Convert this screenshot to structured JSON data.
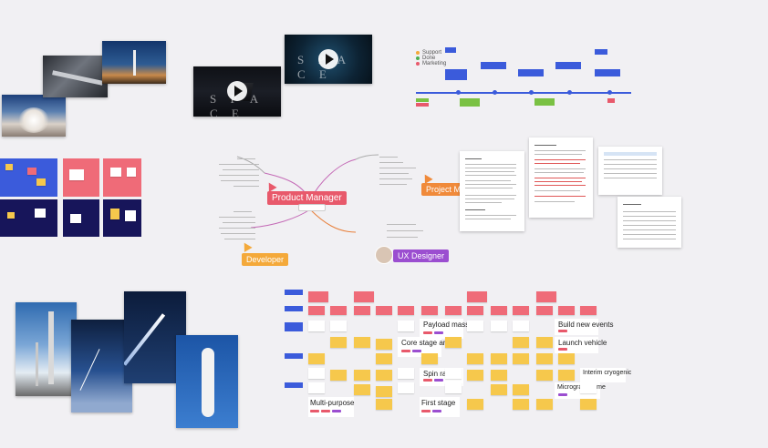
{
  "videos": [
    {
      "title": "S P A C E"
    },
    {
      "title": "S P A C E"
    }
  ],
  "mindmap": {
    "center_label": "",
    "roles": [
      {
        "name": "Product Manager",
        "color": "#e8596b"
      },
      {
        "name": "Project Manager",
        "color": "#f08a3a"
      },
      {
        "name": "Developer",
        "color": "#f4a93a"
      },
      {
        "name": "UX Designer",
        "color": "#9b4ed0"
      }
    ]
  },
  "timeline": {
    "legend": [
      "Support",
      "Done",
      "Marketing"
    ],
    "milestones": [
      "",
      "",
      "",
      "",
      ""
    ]
  },
  "story_map": {
    "cards": [
      {
        "title": "Payload mass"
      },
      {
        "title": "Build new events"
      },
      {
        "title": "Core stage and"
      },
      {
        "title": "Launch vehicle"
      },
      {
        "title": "Spin rate"
      },
      {
        "title": "Interim cryogenic"
      },
      {
        "title": "Microgravity time"
      },
      {
        "title": "Multi-purpose"
      },
      {
        "title": "First stage"
      }
    ]
  },
  "colors": {
    "board_bg": "#f1f0f3",
    "sticky_yellow": "#f6c84c",
    "sticky_pink": "#ef6b78",
    "blue": "#3b5bdb",
    "navy": "#17155a",
    "purple": "#9b4ed0"
  }
}
